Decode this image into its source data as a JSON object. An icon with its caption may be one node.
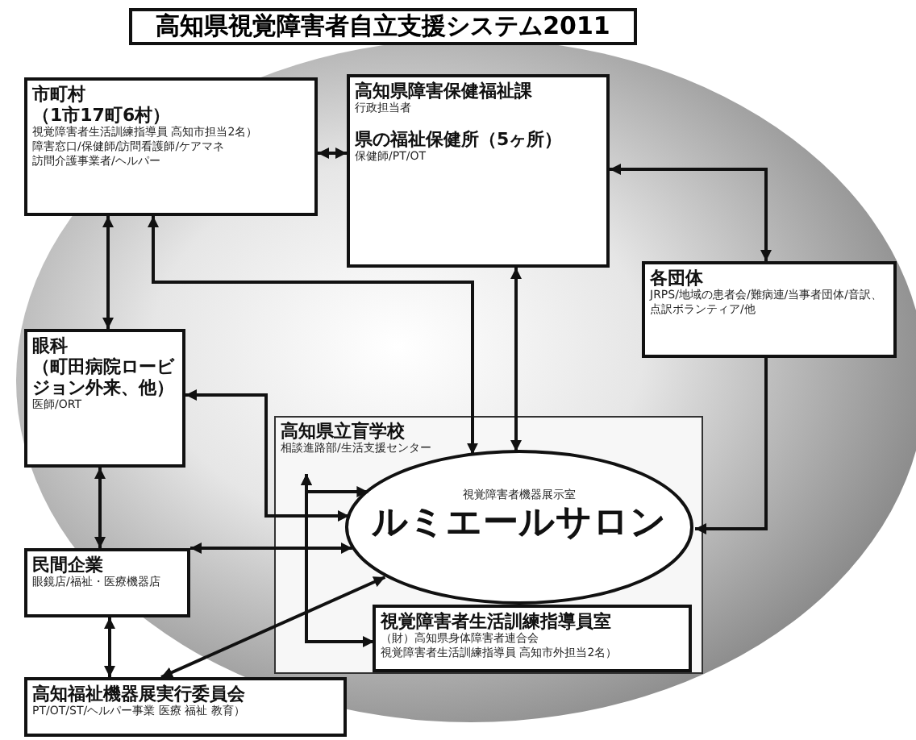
{
  "diagram": {
    "title": "高知県視覚障害者自立支援システム2011",
    "nodes": [
      {
        "text": [
          "市町村",
          "（1市17町6村）",
          "視覚障害者生活訓練指導員 高知市担当2名）",
          "障害窓口/保健師/訪問看護師/ケアマネ",
          "訪問介護事業者/ヘルパー"
        ]
      },
      {
        "text": [
          "高知県障害保健福祉課",
          "行政担当者",
          "県の福祉保健所（5ヶ所）",
          "保健師/PT/OT"
        ]
      },
      {
        "text": [
          "各団体",
          "JRPS/地域の患者会/難病連/当事者団体/音訳、点訳ボランティア/他"
        ]
      },
      {
        "text": [
          "眼科",
          "（町田病院ロービジョン外来、他）",
          "医師/ORT"
        ]
      },
      {
        "text": [
          "高知県立盲学校",
          "相談進路部/生活支援センター"
        ]
      },
      {
        "text": [
          "視覚障害者機器展示室",
          "ルミエールサロン"
        ],
        "in": 4
      },
      {
        "text": [
          "視覚障害者生活訓練指導員室",
          "（財）高知県身体障害者連合会",
          "視覚障害者生活訓練指導員 高知市外担当2名）"
        ],
        "in": 4
      },
      {
        "text": [
          "民間企業",
          "眼鏡店/福祉・医療機器店"
        ]
      },
      {
        "text": [
          "高知福祉機器展実行委員会",
          "PT/OT/ST/ヘルパー事業 医療 福祉 教育）"
        ]
      }
    ],
    "edges": [
      {
        "from": 0,
        "to": 1,
        "arrow": "both"
      },
      {
        "from": 2,
        "to": 1,
        "arrow": "both"
      },
      {
        "from": 2,
        "to": 5,
        "arrow": "to"
      },
      {
        "from": 0,
        "to": 3,
        "arrow": "both"
      },
      {
        "from": 0,
        "to": 5,
        "arrow": "both"
      },
      {
        "from": 1,
        "to": 5,
        "arrow": "both"
      },
      {
        "from": 5,
        "to": 3,
        "arrow": "both"
      },
      {
        "from": 4,
        "to": 5,
        "arrow": "both"
      },
      {
        "from": 4,
        "to": 6,
        "arrow": "both"
      },
      {
        "from": 3,
        "to": 7,
        "arrow": "both"
      },
      {
        "from": 7,
        "to": 5,
        "arrow": "both"
      },
      {
        "from": 7,
        "to": 8,
        "arrow": "both"
      },
      {
        "from": 8,
        "to": 5,
        "arrow": "both"
      }
    ]
  }
}
